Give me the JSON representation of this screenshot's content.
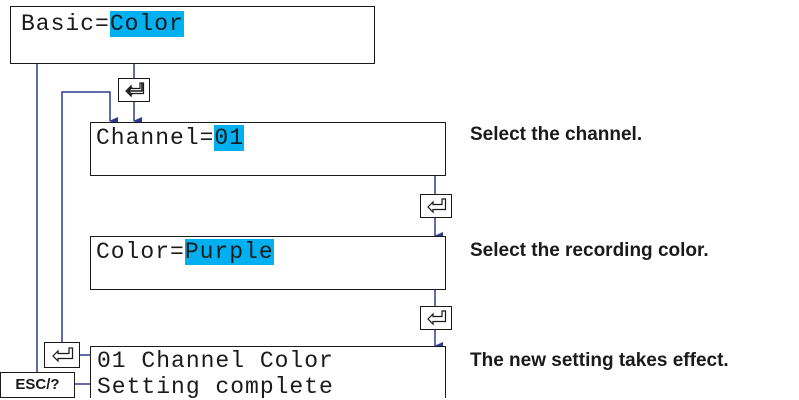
{
  "screens": {
    "basic": {
      "prefix": "Basic=",
      "value": "Color"
    },
    "channel": {
      "prefix": "Channel=",
      "value": "01"
    },
    "color": {
      "prefix": "Color=",
      "value": "Purple"
    },
    "complete": {
      "line1": "01 Channel Color",
      "line2": "Setting complete"
    }
  },
  "descriptions": {
    "channel": "Select the channel.",
    "color": "Select the recording color.",
    "complete": "The new setting takes effect."
  },
  "keys": {
    "enter_icon": "enter-key-icon",
    "esc_label": "ESC/?"
  },
  "colors": {
    "highlight": "#00b0f0",
    "arrow": "#2b3a8f",
    "border": "#1a1a1a"
  }
}
